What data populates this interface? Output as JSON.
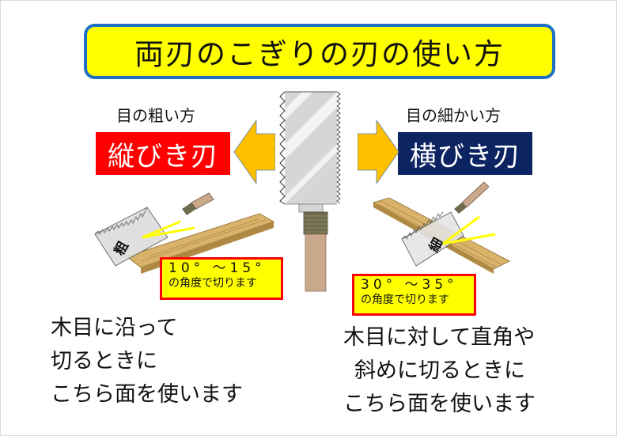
{
  "title": "両刃のこぎりの刃の使い方",
  "left": {
    "subtitle": "目の粗い方",
    "blade_name": "縦びき刃",
    "blade_color": "#ff0000",
    "saw_mark": "粗",
    "angle": {
      "range": "10° ～15°",
      "caption": "の角度で切ります"
    },
    "description": [
      "木目に沿って",
      "切るときに",
      "こちら面を使います"
    ]
  },
  "right": {
    "subtitle": "目の細かい方",
    "blade_name": "横びき刃",
    "blade_color": "#0c2461",
    "saw_mark": "細",
    "angle": {
      "range": "30° ～35°",
      "caption": "の角度で切ります"
    },
    "description": [
      "木目に対して直角や",
      "斜めに切るときに",
      "こちら面を使います"
    ]
  },
  "colors": {
    "title_bg": "#ffff00",
    "title_border": "#1f6fc4",
    "arrow": "#ffc000",
    "angle_box_bg": "#ffff00",
    "angle_box_border": "#ff0000",
    "angle_lines": "#ffff00"
  }
}
